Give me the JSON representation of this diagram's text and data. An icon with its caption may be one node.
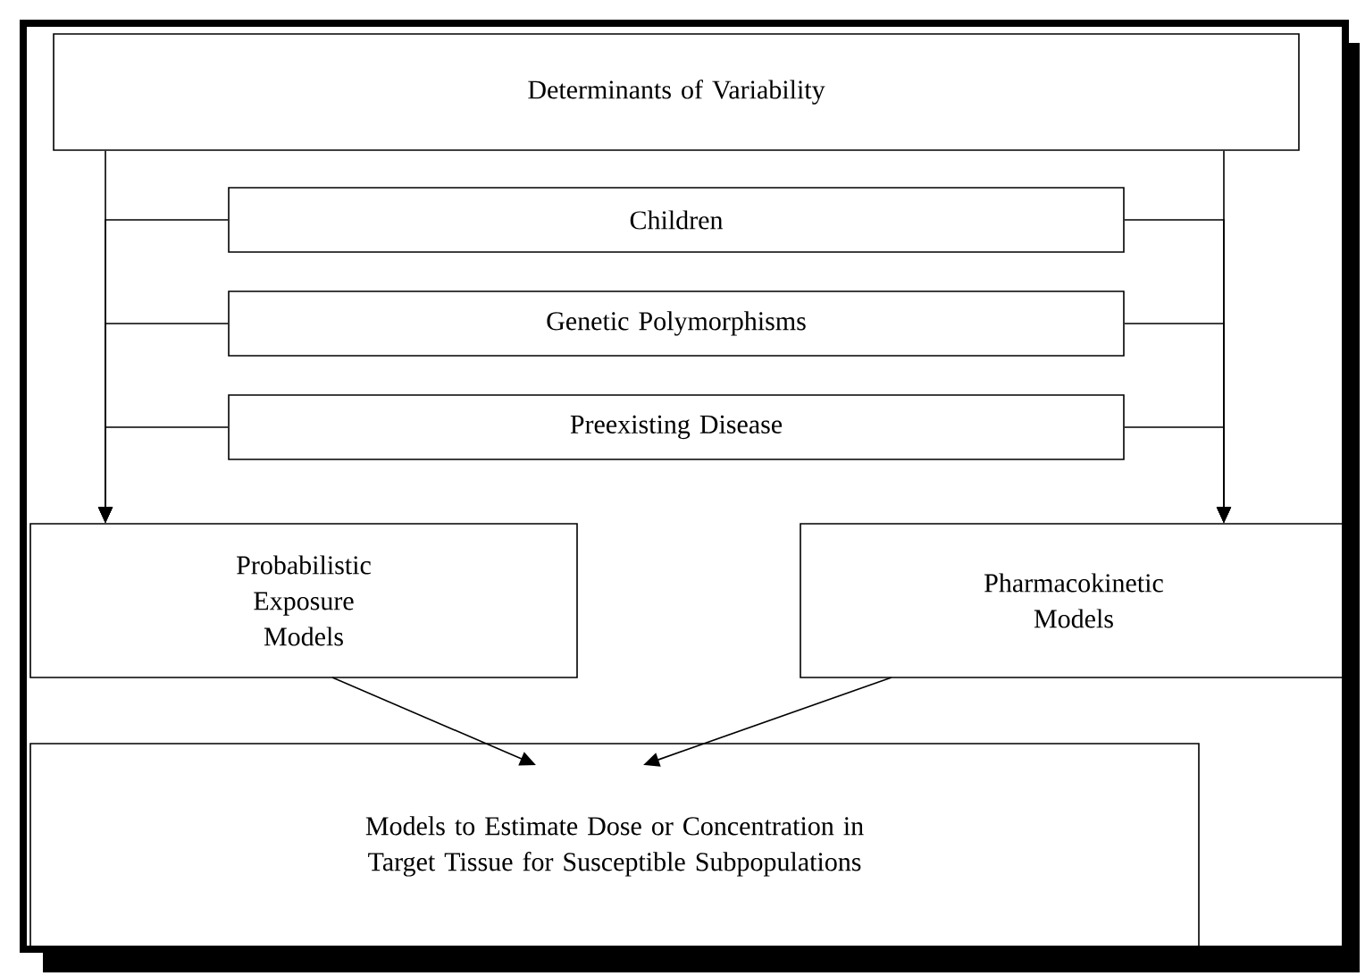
{
  "diagram": {
    "nodes": [
      {
        "text": [
          "Determinants of Variability"
        ]
      },
      {
        "text": [
          "Children"
        ]
      },
      {
        "text": [
          "Genetic Polymorphisms"
        ]
      },
      {
        "text": [
          "Preexisting Disease"
        ]
      },
      {
        "text": [
          "Probabilistic Exposure Models"
        ]
      },
      {
        "text": [
          "Pharmacokinetic Models"
        ]
      },
      {
        "text": [
          "Models to Estimate Dose or Concentration in Target Tissue for Susceptible Subpopulations"
        ]
      }
    ],
    "edges": [
      {
        "from": 0,
        "to": 4,
        "arrow": "to"
      },
      {
        "from": 0,
        "to": 5,
        "arrow": "to"
      },
      {
        "from": 1,
        "to": 4,
        "arrow": "to"
      },
      {
        "from": 1,
        "to": 5,
        "arrow": "to"
      },
      {
        "from": 2,
        "to": 4,
        "arrow": "to"
      },
      {
        "from": 2,
        "to": 5,
        "arrow": "to"
      },
      {
        "from": 3,
        "to": 4,
        "arrow": "to"
      },
      {
        "from": 3,
        "to": 5,
        "arrow": "to"
      },
      {
        "from": 4,
        "to": 6,
        "arrow": "to"
      },
      {
        "from": 5,
        "to": 6,
        "arrow": "to"
      }
    ]
  }
}
